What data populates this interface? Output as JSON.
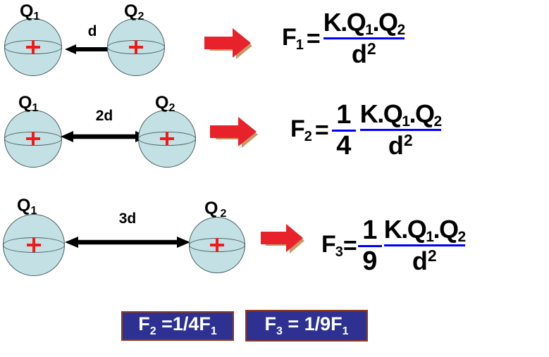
{
  "rows": [
    {
      "id": "row-1",
      "charge_left": {
        "base": "Q",
        "sub": "1"
      },
      "charge_right": {
        "base": "Q",
        "sub": "2"
      },
      "distance_label": "d",
      "arrow_icon": "double-headed-arrow",
      "red_arrow_icon": "red-block-arrow-right",
      "formula": {
        "name_base": "F",
        "name_sub": "1",
        "equals": "=",
        "coefficient_numerator": "",
        "coefficient_denominator": "",
        "numerator": "K.Q",
        "numerator_sub1": "1",
        "numerator_mid": ".Q",
        "numerator_sub2": "2",
        "denominator": "d",
        "denominator_exp": "2"
      }
    },
    {
      "id": "row-2",
      "charge_left": {
        "base": "Q",
        "sub": "1"
      },
      "charge_right": {
        "base": "Q",
        "sub": "2"
      },
      "distance_label": "2d",
      "arrow_icon": "double-headed-arrow",
      "red_arrow_icon": "red-block-arrow-right",
      "formula": {
        "name_base": "F",
        "name_sub": "2",
        "equals": "=",
        "coefficient_numerator": "1",
        "coefficient_denominator": "4",
        "numerator": "K.Q",
        "numerator_sub1": "1",
        "numerator_mid": ".Q",
        "numerator_sub2": "2",
        "denominator": "d",
        "denominator_exp": "2"
      }
    },
    {
      "id": "row-3",
      "charge_left": {
        "base": "Q",
        "sub": "1"
      },
      "charge_right": {
        "base": "Q",
        "sub": "2"
      },
      "distance_label": "3d",
      "arrow_icon": "double-headed-arrow",
      "red_arrow_icon": "red-block-arrow-right",
      "formula": {
        "name_base": "F",
        "name_sub": "3",
        "equals": "=",
        "coefficient_numerator": "1",
        "coefficient_denominator": "9",
        "numerator": "K.Q",
        "numerator_sub1": "1",
        "numerator_mid": ".Q",
        "numerator_sub2": "2",
        "denominator": "d",
        "denominator_exp": "2"
      }
    }
  ],
  "summary": {
    "box_f2": {
      "name_base": "F",
      "name_sub": "2",
      "expression": " =1/4F",
      "ref_sub": "1"
    },
    "box_f3": {
      "name_base": "F",
      "name_sub": "3",
      "expression": " =  1/9F",
      "ref_sub": "1"
    }
  },
  "colors": {
    "sphere_fill": "#c3e1e4",
    "sphere_stroke": "#4a5d5f",
    "plus_sign": "#ef1b1b",
    "red_arrow": "#e8222a",
    "red_arrow_shadow": "#c89968",
    "fraction_bar": "#0000ff",
    "summary_box_bg": "#2e3192",
    "summary_box_border": "#8c3b20",
    "summary_box_text": "#ffffff",
    "text": "#000000"
  }
}
